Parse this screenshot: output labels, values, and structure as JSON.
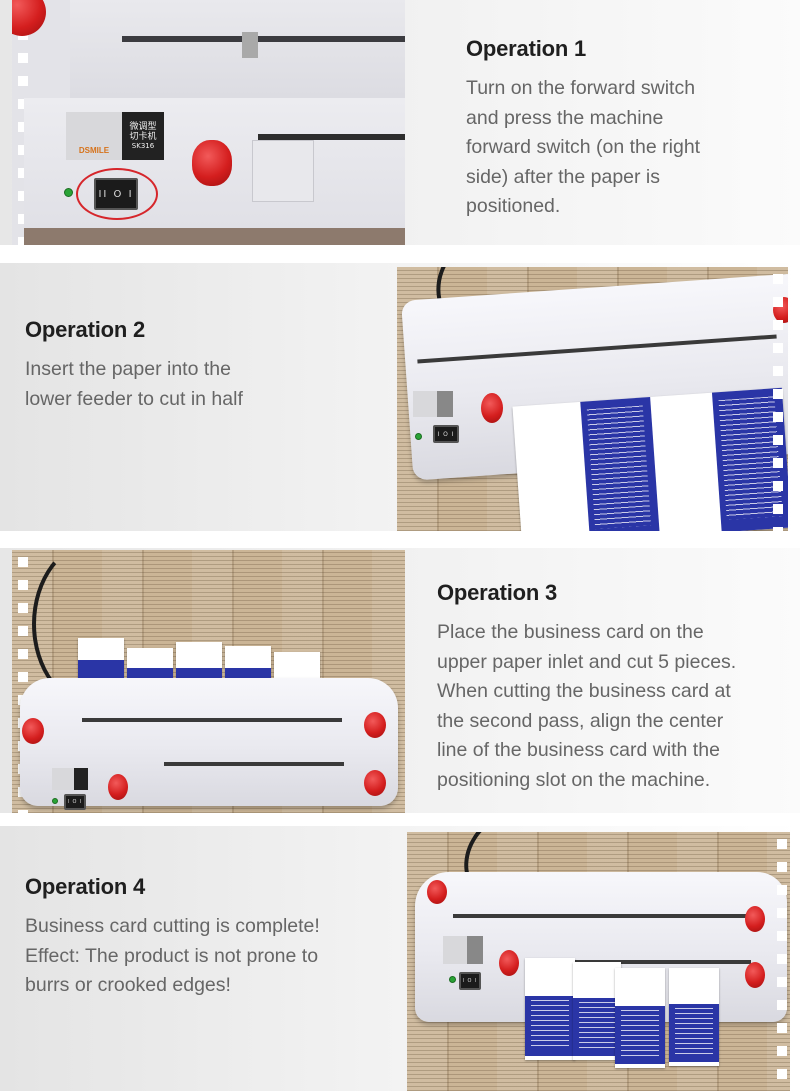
{
  "operations": [
    {
      "title": "Operation 1",
      "description": "Turn on the forward switch and press the machine forward switch (on the right side) after the paper is positioned.",
      "lines": [
        "Turn on the forward switch",
        "and press the machine",
        "forward switch (on the right",
        "side) after the paper is",
        "positioned."
      ],
      "photo": {
        "label_line1": "微调型",
        "label_line2": "切卡机",
        "model": "SK316",
        "brand": "DSMILE",
        "switch_glyph": "II O I"
      }
    },
    {
      "title": "Operation 2",
      "description": "Insert the paper into the lower feeder to cut in half",
      "lines": [
        "Insert the paper into the",
        "lower feeder to cut in half"
      ],
      "photo": {
        "switch_glyph": "I O I"
      }
    },
    {
      "title": "Operation 3",
      "description": "Place the business card on the upper paper inlet and cut 5 pieces. When cutting the business card at the second pass, align the center line of the business card with the positioning slot on the machine.",
      "lines": [
        "Place the business card on the",
        "upper paper inlet and cut 5 pieces.",
        "When cutting the business card at",
        "the second pass, align the center",
        "line of the business card with the",
        "positioning slot on the machine."
      ],
      "photo": {
        "switch_glyph": "I O I"
      }
    },
    {
      "title": "Operation 4",
      "description": "Business card cutting is complete! Effect: The product is not prone to burrs or crooked edges!",
      "lines": [
        "Business card cutting is complete!",
        "Effect: The product is not prone to",
        "burrs or crooked edges!"
      ],
      "photo": {
        "switch_glyph": "I O I"
      }
    }
  ],
  "colors": {
    "heading": "#1f1f1f",
    "body_text": "#666666",
    "knob_red": "#d41e1e",
    "card_blue": "#2a35a6",
    "highlight_ring": "#d6262b"
  }
}
